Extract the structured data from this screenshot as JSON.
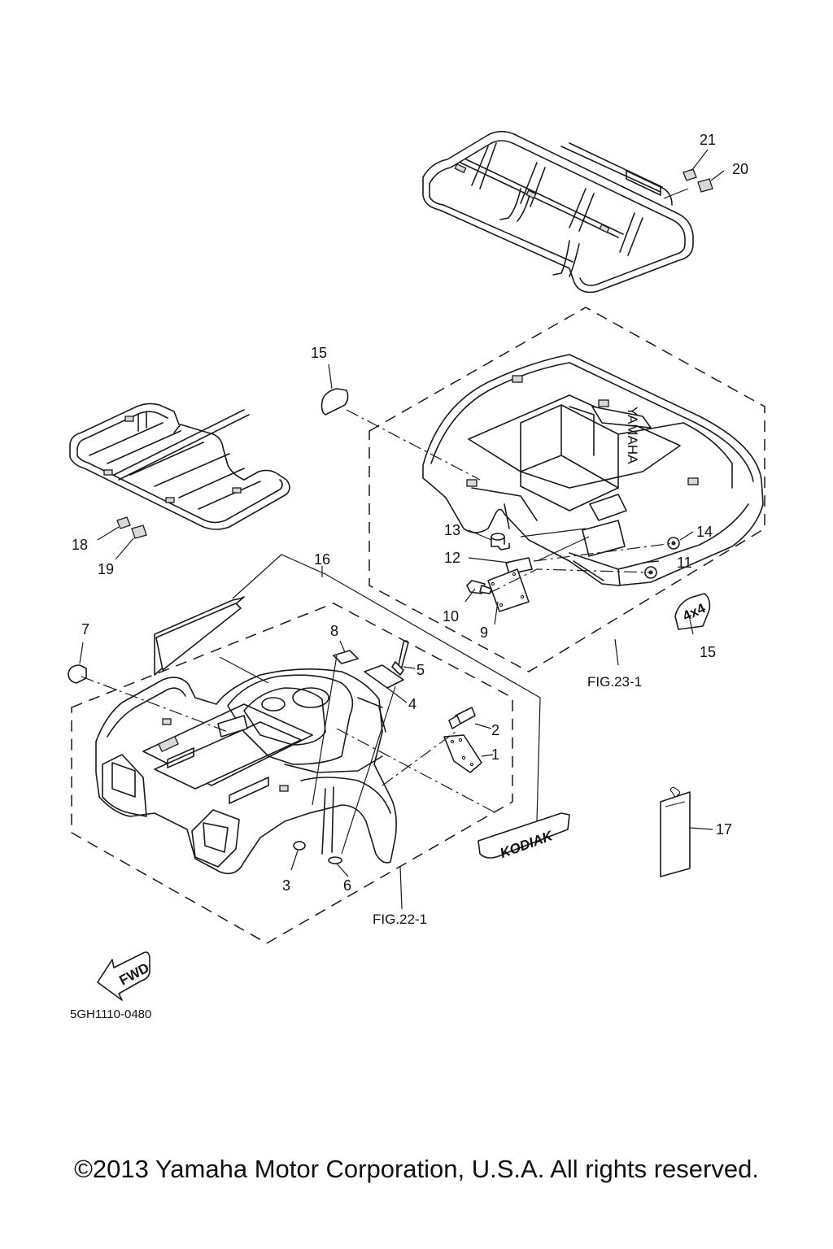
{
  "callouts": {
    "c1": "1",
    "c2": "2",
    "c3": "3",
    "c4": "4",
    "c5": "5",
    "c6": "6",
    "c7": "7",
    "c8": "8",
    "c9": "9",
    "c10": "10",
    "c11": "11",
    "c12": "12",
    "c13": "13",
    "c14": "14",
    "c15a": "15",
    "c15b": "15",
    "c16": "16",
    "c17": "17",
    "c18": "18",
    "c19": "19",
    "c20": "20",
    "c21": "21"
  },
  "figure_refs": {
    "rear": "FIG.23-1",
    "front": "FIG.22-1"
  },
  "decals": {
    "kodiak": "KODIAK",
    "four_by_four": "4x4",
    "fwd": "FWD",
    "yamaha": "YAMAHA"
  },
  "diagram_code": "5GH1110-0480",
  "copyright": "©2013 Yamaha Motor Corporation, U.S.A. All rights reserved."
}
